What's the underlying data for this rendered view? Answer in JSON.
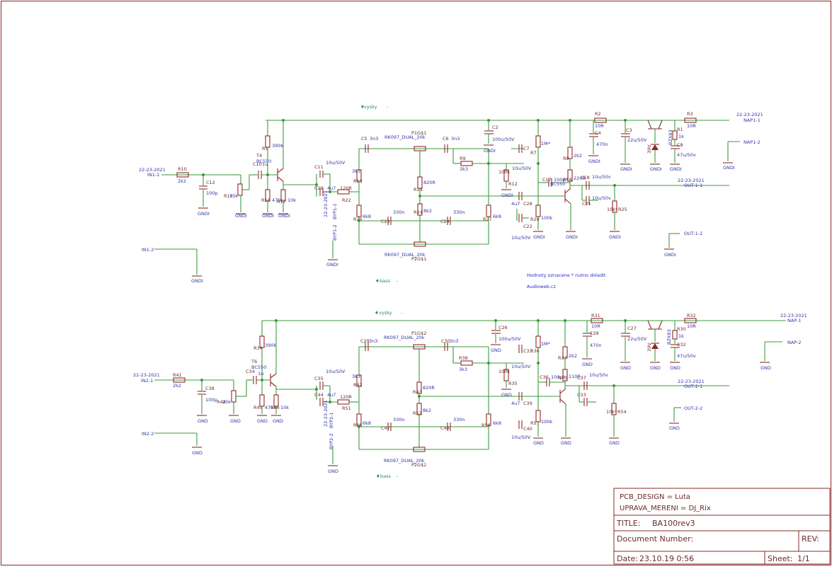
{
  "notes": {
    "line1": "Hodnoty oznacene * nutno doladit",
    "line2": "Audioweb.cz"
  },
  "title_block": {
    "pcb_design": "PCB_DESIGN = Luta",
    "uprava_mereni": "UPRAVA_MERENI = DJ_Rix",
    "title_label": "TITLE:",
    "title_value": "BA100rev3",
    "doc_number_label": "Document Number:",
    "rev_label": "REV:",
    "date_label": "Date:",
    "date_value": "23.10.19 0:56",
    "sheet_label": "Sheet:",
    "sheet_value": "1/1"
  },
  "channel1": {
    "vysky": "vysky",
    "bass": "bass",
    "in_net": "22-23-2021",
    "in1": "IN1-1",
    "in2": "IN1-2",
    "out_net": "22-23-2021",
    "out1": "OUT-1-1",
    "out2": "OUT-1-2",
    "nap_net": "22-23-2021",
    "nap1": "NAP1-1",
    "nap2": "NAP1-2",
    "byp1": "BYP1-1",
    "byp2": "BYP1-2",
    "byp_net": "22-23-2021",
    "p1_name": "P1G$1",
    "p2_name": "P2G$1",
    "pot_value": "RK097_DUAL_20k",
    "r2": "R2",
    "r2v": "10R",
    "r3": "R3",
    "r3v": "10R",
    "c4": "C4",
    "c4v": "470n",
    "c3": "C3",
    "c3v": "22u/50V",
    "c2": "C2",
    "c2v": "100u/50V",
    "d1": "BZX83",
    "d1v": "39V",
    "r1": "R1",
    "r1v": "1k",
    "c8": "C8",
    "c8v": "47u/50v",
    "r10": "R10",
    "r10v": "2k2",
    "c12": "C12",
    "c12v": "100p",
    "r15": "R15",
    "r15v": "25k",
    "c10": "C10",
    "c10v": "1u",
    "t1": "T4",
    "t1v": "BC550",
    "r5": "R5",
    "r5v": "390k",
    "r16": "R16",
    "r16v": "470k",
    "r17": "R17",
    "r17v": "10k",
    "c11": "C11",
    "c11v": "10u/50V",
    "c19": "C19",
    "c19v": "4u7",
    "r22": "R22",
    "r22v": "120R",
    "c5": "C5",
    "c5v": "3n3",
    "c6": "C6",
    "c6v": "3n3",
    "r9": "R9",
    "r9v": "3k3",
    "r13": "R13",
    "r13v": "3k3",
    "r14": "R14",
    "r14v": "820R",
    "r24": "R24",
    "r24v": "8k2",
    "r26": "R26",
    "r26v": "6k8",
    "r27": "R27",
    "r27v": "6k8",
    "c23": "C23",
    "c23v": "330n",
    "c24": "C24",
    "c24v": "330n",
    "r7": "R7",
    "r7v": "1M*",
    "c7": "C7",
    "c7v": "10u/50V",
    "r8": "R8",
    "r8v": "2k2",
    "c17": "C17",
    "c17v": "100p*",
    "t2": "BC550",
    "r18": "R18",
    "r18v": "220R",
    "c18": "C18",
    "c18v": "10u/50v",
    "c21": "C21",
    "c21v": "10u/50v",
    "r25": "R25",
    "r25v": "10k*",
    "r28": "R28",
    "r28v": "100k",
    "c22": "C22",
    "c22v": "10u/50V",
    "c28": "C28",
    "c28v": "4u7",
    "r12": "R12",
    "r12v": "100k",
    "gnd": "GNDI"
  },
  "channel2": {
    "vysky": "vysky",
    "bass": "bass",
    "in_net": "22-23-2021",
    "in1": "IN2-1",
    "in2": "IN2-2",
    "out_net": "22-23-2021",
    "out1": "OUT-2-1",
    "out2": "OUT-2-2",
    "nap_net": "22-23-2021",
    "nap1": "NAP-1",
    "nap2": "NAP-2",
    "byp1": "BYP2-1",
    "byp2": "BYP2-2",
    "byp_net": "22-23-2021",
    "p1_name": "P1G$2",
    "p2_name": "P2G$2",
    "pot_value": "RK097_DUAL_20k",
    "r31": "R31",
    "r31v": "10R",
    "r32": "R32",
    "r32v": "10R",
    "c28": "C28",
    "c28v": "470n",
    "c27": "C27",
    "c27v": "22u/50V",
    "c26": "C26",
    "c26v": "100u/50V",
    "d2": "BZX83",
    "d2v": "39V",
    "r30": "R30",
    "r30v": "1k",
    "c32": "C32",
    "c32v": "47u/50v",
    "r41": "R41",
    "r41v": "2k2",
    "c38": "C38",
    "c38v": "100p",
    "r44": "R44",
    "r44v": "25k",
    "c34": "C34",
    "c34v": "1u",
    "t6": "T6",
    "t6v": "BC550",
    "r34": "R34",
    "r34v": "390k",
    "r45": "R45",
    "r45v": "470k",
    "r46": "R46",
    "r46v": "10k",
    "c35": "C35",
    "c35v": "10u/50V",
    "c44": "C44",
    "c44v": "4u7",
    "r51": "R51",
    "r51v": "120R",
    "c29": "C29",
    "c29v": "3n3",
    "c30": "C30",
    "c30v": "3n3",
    "r38": "R38",
    "r38v": "3k3",
    "r42": "R42",
    "r42v": "3k3",
    "r43": "R43",
    "r43v": "820R",
    "r52": "R52",
    "r52v": "8k2",
    "r55": "R55",
    "r55v": "6k8",
    "r56": "R56",
    "r56v": "6k8",
    "c47": "C47",
    "c47v": "330n",
    "c48": "C48",
    "c48v": "330n",
    "r36": "R36",
    "r36v": "1M*",
    "c31": "C31",
    "c31v": "10u/50V",
    "r37": "R37",
    "r37v": "2k2",
    "c36": "C36",
    "c36v": "100p*",
    "r40": "R40",
    "r40v": "110R",
    "c37": "C37",
    "c37v": "10u/50v",
    "c33": "C33",
    "c33v": "10u/50V",
    "r54": "R54",
    "r54v": "10k*",
    "r57": "R57",
    "r57v": "100k",
    "c40": "C40",
    "c40v": "10u/50V",
    "c39": "C39",
    "c39v": "4u7",
    "r35": "R35",
    "r35v": "100k",
    "gnd": "GND"
  }
}
